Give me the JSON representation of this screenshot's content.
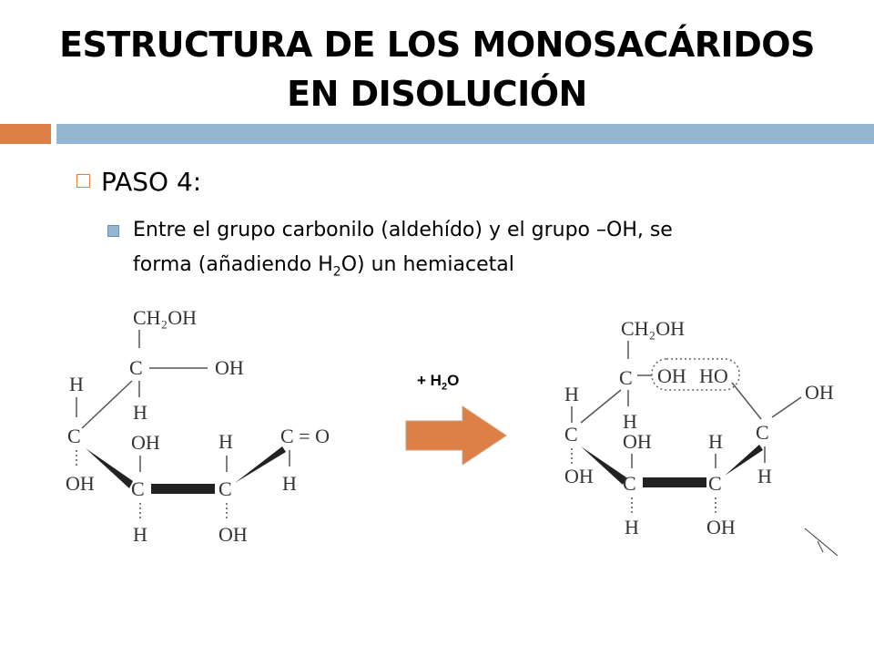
{
  "slide": {
    "title_line1": "ESTRUCTURA DE LOS MONOSACÁRIDOS",
    "title_line2": "EN DISOLUCIÓN",
    "bullet_level1": "PASO 4:",
    "bullet_level2": {
      "line1": "Entre el grupo carbonilo (aldehído) y el grupo –OH, se",
      "line2_prefix": "forma (añadiendo H",
      "line2_sub": "2",
      "line2_suffix": "O) un hemiacetal"
    },
    "reagent": {
      "prefix": "+ H",
      "sub": "2",
      "suffix": "O"
    },
    "colors": {
      "accent": "#DD8047",
      "secondary": "#94B6D2",
      "arrow": "#DD8047"
    }
  },
  "left_structure": {
    "ch2oh": "CH₂OH",
    "c": "C",
    "oh": "OH",
    "h": "H",
    "c_eq_o": "C = O"
  },
  "right_structure": {
    "ch2oh": "CH₂OH",
    "c": "C",
    "oh": "OH",
    "ho": "HO",
    "h": "H"
  }
}
